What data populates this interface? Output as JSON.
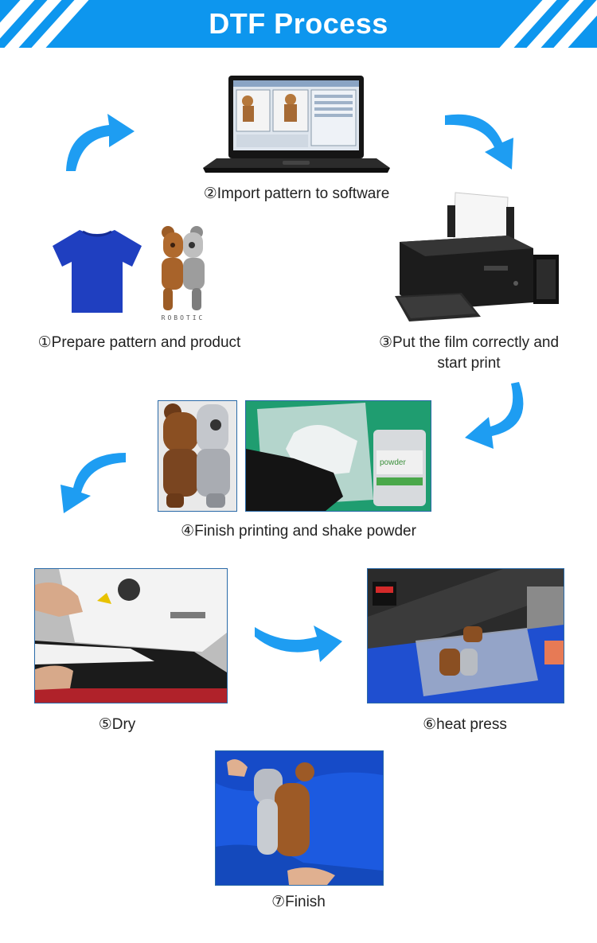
{
  "header": {
    "title": "DTF Process"
  },
  "steps": {
    "s1": "①Prepare pattern and product",
    "s2": "②Import pattern to software",
    "s3_line1": "③Put the film correctly and",
    "s3_line2": "start print",
    "s4": "④Finish printing and shake powder",
    "s5": "⑤Dry",
    "s6": "⑥heat press",
    "s7": "⑦Finish"
  },
  "labels": {
    "robotic": "ROBOTIC",
    "powder_bag": "powder"
  },
  "colors": {
    "brand_blue": "#0d96ee",
    "arrow_blue": "#1e9df2",
    "shirt_blue": "#1f3fc0"
  }
}
